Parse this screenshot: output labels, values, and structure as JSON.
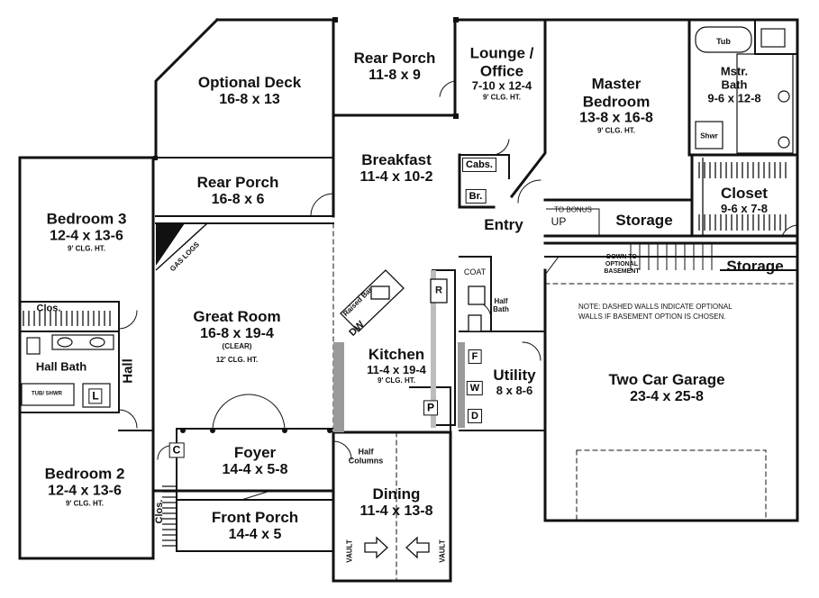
{
  "rooms": {
    "optional_deck": {
      "name": "Optional Deck",
      "dims": "16-8 x 13"
    },
    "rear_porch_top": {
      "name": "Rear Porch",
      "dims": "11-8 x 9"
    },
    "lounge_office": {
      "name": "Lounge /",
      "name2": "Office",
      "dims": "7-10 x 12-4",
      "clg": "9' CLG. HT."
    },
    "master_bedroom": {
      "name": "Master",
      "name2": "Bedroom",
      "dims": "13-8 x 16-8",
      "clg": "9' CLG. HT."
    },
    "master_bath": {
      "name": "Mstr.",
      "name2": "Bath",
      "dims": "9-6 x 12-8"
    },
    "rear_porch_mid": {
      "name": "Rear Porch",
      "dims": "16-8 x 6"
    },
    "breakfast": {
      "name": "Breakfast",
      "dims": "11-4 x 10-2"
    },
    "bedroom3": {
      "name": "Bedroom 3",
      "dims": "12-4 x 13-6",
      "clg": "9' CLG. HT."
    },
    "closet": {
      "name": "Closet",
      "dims": "9-6 x 7-8"
    },
    "entry": {
      "name": "Entry"
    },
    "storage_upper": {
      "name": "Storage"
    },
    "storage_lower": {
      "name": "Storage"
    },
    "great_room": {
      "name": "Great Room",
      "dims": "16-8 x 19-4",
      "note": "(CLEAR)",
      "clg": "12' CLG. HT."
    },
    "kitchen": {
      "name": "Kitchen",
      "dims": "11-4 x 19-4",
      "clg": "9' CLG. HT."
    },
    "utility": {
      "name": "Utility",
      "dims": "8 x 8-6"
    },
    "garage": {
      "name": "Two Car Garage",
      "dims": "23-4 x 25-8"
    },
    "hall_bath": {
      "name": "Hall Bath"
    },
    "hall": {
      "name": "Hall"
    },
    "bedroom2": {
      "name": "Bedroom 2",
      "dims": "12-4 x 13-6",
      "clg": "9' CLG. HT."
    },
    "foyer": {
      "name": "Foyer",
      "dims": "14-4 x 5-8"
    },
    "front_porch": {
      "name": "Front Porch",
      "dims": "14-4 x 5"
    },
    "dining": {
      "name": "Dining",
      "dims": "11-4 x 13-8"
    },
    "half_bath": {
      "name": "Half",
      "name2": "Bath"
    }
  },
  "labels": {
    "tub": "Tub",
    "shwr": "Shwr",
    "cabs": "Cabs.",
    "br": "Br.",
    "to_bonus": "TO BONUS",
    "up": "UP",
    "coat": "COAT",
    "down_basement_1": "DOWN TO",
    "down_basement_2": "OPTIONAL",
    "down_basement_3": "BASEMENT",
    "gas_logs": "GAS LOGS",
    "raised_bar": "Raised Bar",
    "dw": "DW",
    "refrigerator": "R",
    "pantry": "P",
    "washer": "W",
    "dryer": "D",
    "freezer": "F",
    "clos_top": "Clos.",
    "clos_side": "Clos.",
    "linen": "L",
    "closet_c": "C",
    "tub_shwr": "TUB/ SHWR",
    "half_columns_1": "Half",
    "half_columns_2": "Columns",
    "vault": "VAULT",
    "note_line1": "NOTE: DASHED WALLS INDICATE OPTIONAL",
    "note_line2": "WALLS IF BASEMENT OPTION IS CHOSEN."
  }
}
